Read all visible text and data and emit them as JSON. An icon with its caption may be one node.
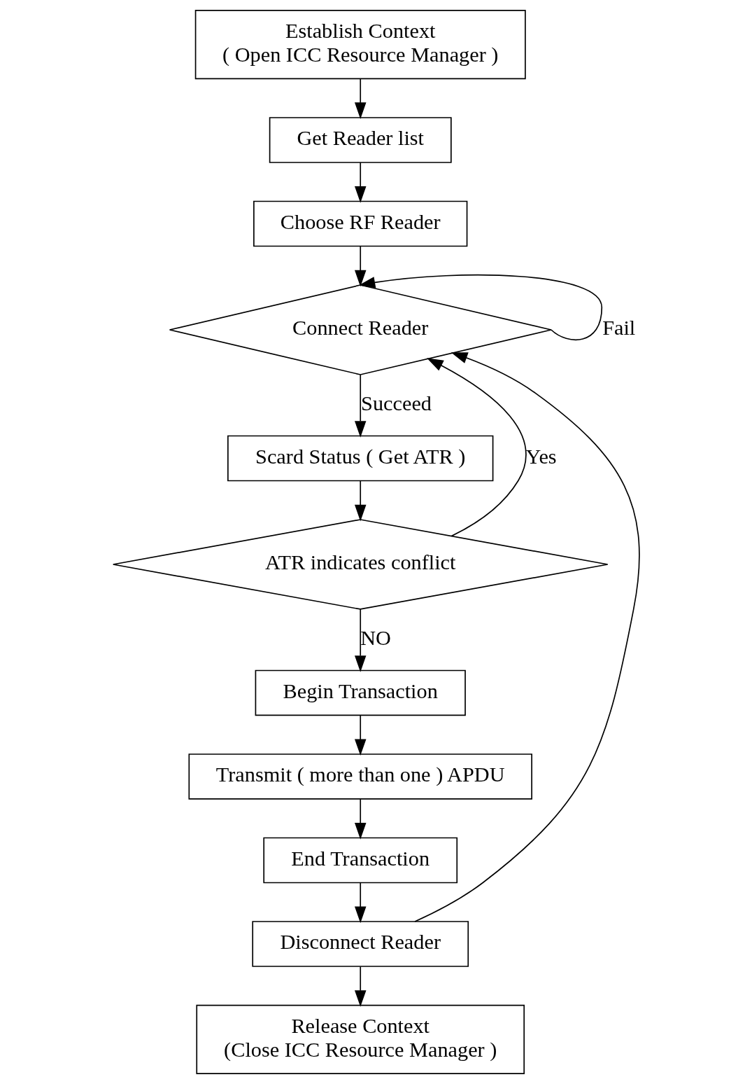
{
  "diagram": {
    "nodes": [
      {
        "text": [
          "Establish Context",
          "( Open ICC Resource Manager )"
        ]
      },
      {
        "text": [
          "Get Reader list"
        ]
      },
      {
        "text": [
          "Choose RF Reader"
        ]
      },
      {
        "text": [
          "Connect Reader"
        ]
      },
      {
        "text": [
          "Scard Status ( Get ATR )"
        ]
      },
      {
        "text": [
          "ATR indicates conflict"
        ]
      },
      {
        "text": [
          "Begin Transaction"
        ]
      },
      {
        "text": [
          "Transmit ( more than one ) APDU"
        ]
      },
      {
        "text": [
          "End Transaction"
        ]
      },
      {
        "text": [
          "Disconnect Reader"
        ]
      },
      {
        "text": [
          "Release Context",
          "(Close ICC Resource Manager )"
        ]
      }
    ],
    "edges": [
      {
        "from": 0,
        "to": 1,
        "arrow": "to"
      },
      {
        "from": 1,
        "to": 2,
        "arrow": "to"
      },
      {
        "from": 2,
        "to": 3,
        "arrow": "to"
      },
      {
        "from": 3,
        "to": 4,
        "arrow": "to",
        "label": "Succeed"
      },
      {
        "from": 3,
        "to": 3,
        "arrow": "to",
        "label": "Fail"
      },
      {
        "from": 4,
        "to": 5,
        "arrow": "to"
      },
      {
        "from": 5,
        "to": 3,
        "arrow": "to",
        "label": "Yes"
      },
      {
        "from": 5,
        "to": 6,
        "arrow": "to",
        "label": "NO"
      },
      {
        "from": 6,
        "to": 7,
        "arrow": "to"
      },
      {
        "from": 7,
        "to": 8,
        "arrow": "to"
      },
      {
        "from": 8,
        "to": 9,
        "arrow": "to"
      },
      {
        "from": 9,
        "to": 3,
        "arrow": "to"
      },
      {
        "from": 9,
        "to": 10,
        "arrow": "to"
      }
    ]
  }
}
